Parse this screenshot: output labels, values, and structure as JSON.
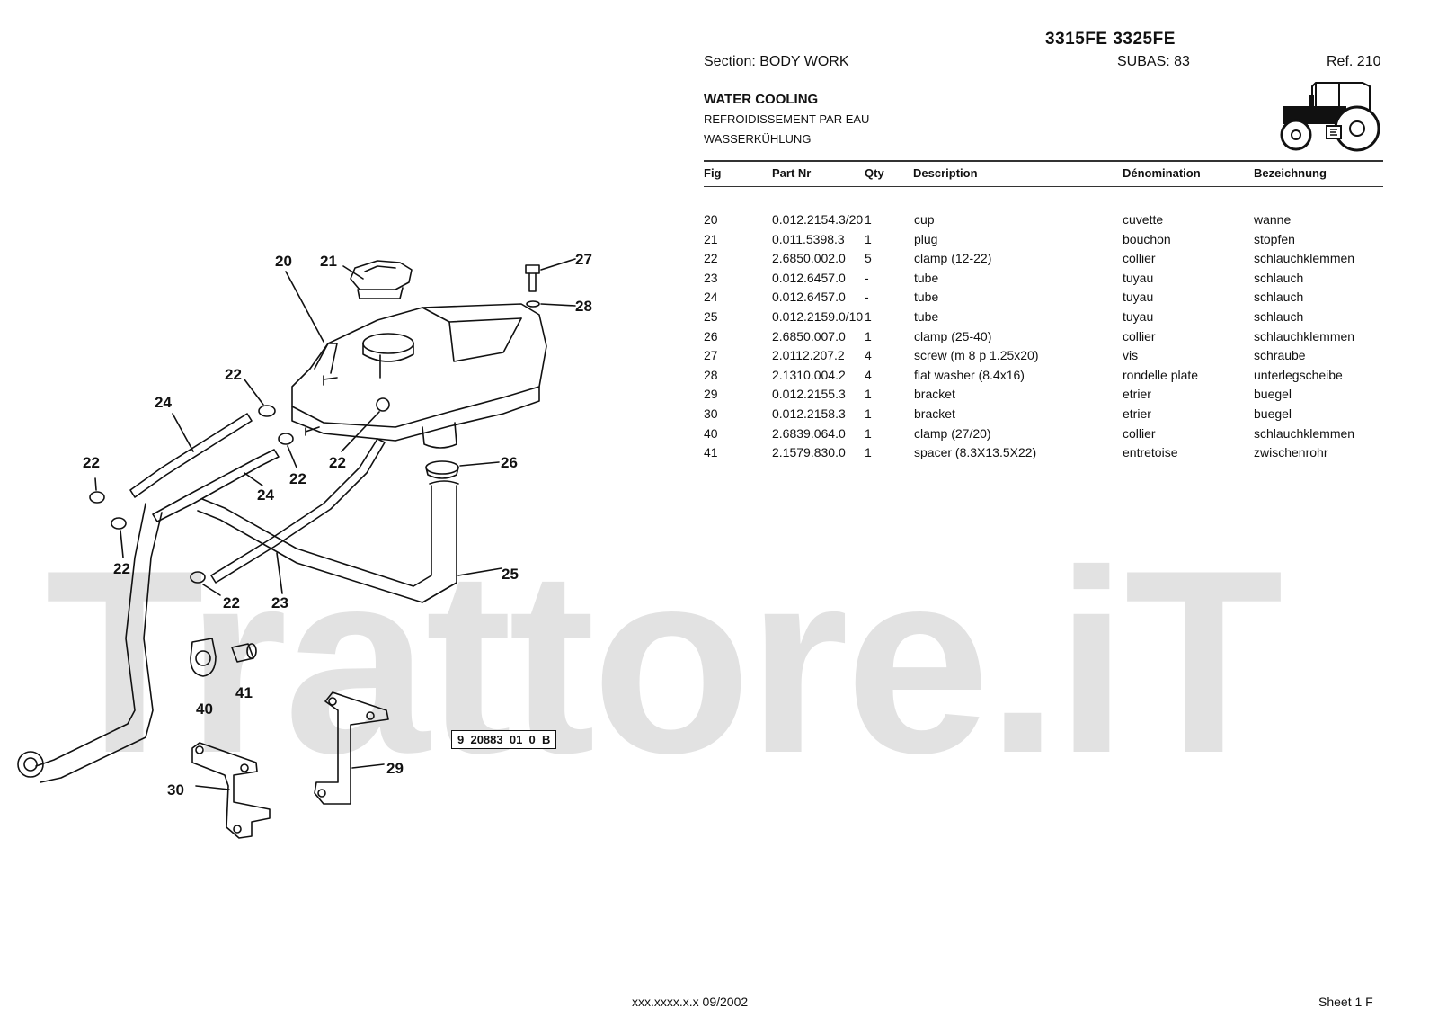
{
  "header": {
    "model": "3315FE 3325FE",
    "section": "Section: BODY  WORK",
    "subas": "SUBAS: 83",
    "ref": "Ref. 210"
  },
  "group": {
    "title_en": "WATER COOLING",
    "title_fr": "REFROIDISSEMENT PAR EAU",
    "title_de": "WASSERKÜHLUNG"
  },
  "table": {
    "headers": {
      "fig": "Fig",
      "part": "Part Nr",
      "qty": "Qty",
      "desc": "Description",
      "fr": "Dénomination",
      "de": "Bezeichnung"
    },
    "rows": [
      {
        "fig": "20",
        "part": "0.012.2154.3/20",
        "qty": "1",
        "desc": "cup",
        "fr": "cuvette",
        "de": "wanne"
      },
      {
        "fig": "21",
        "part": "0.011.5398.3",
        "qty": "1",
        "desc": "plug",
        "fr": "bouchon",
        "de": "stopfen"
      },
      {
        "fig": "22",
        "part": "2.6850.002.0",
        "qty": "5",
        "desc": "clamp (12-22)",
        "fr": "collier",
        "de": "schlauchklemmen"
      },
      {
        "fig": "23",
        "part": "0.012.6457.0",
        "qty": "-",
        "desc": "tube",
        "fr": "tuyau",
        "de": "schlauch"
      },
      {
        "fig": "24",
        "part": "0.012.6457.0",
        "qty": "-",
        "desc": "tube",
        "fr": "tuyau",
        "de": "schlauch"
      },
      {
        "fig": "25",
        "part": "0.012.2159.0/10",
        "qty": "1",
        "desc": "tube",
        "fr": "tuyau",
        "de": "schlauch"
      },
      {
        "fig": "26",
        "part": "2.6850.007.0",
        "qty": "1",
        "desc": "clamp (25-40)",
        "fr": "collier",
        "de": "schlauchklemmen"
      },
      {
        "fig": "27",
        "part": "2.0112.207.2",
        "qty": "4",
        "desc": "screw (m 8 p 1.25x20)",
        "fr": "vis",
        "de": "schraube"
      },
      {
        "fig": "28",
        "part": "2.1310.004.2",
        "qty": "4",
        "desc": "flat washer (8.4x16)",
        "fr": "rondelle plate",
        "de": "unterlegscheibe"
      },
      {
        "fig": "29",
        "part": "0.012.2155.3",
        "qty": "1",
        "desc": "bracket",
        "fr": "etrier",
        "de": "buegel"
      },
      {
        "fig": "30",
        "part": "0.012.2158.3",
        "qty": "1",
        "desc": "bracket",
        "fr": "etrier",
        "de": "buegel"
      },
      {
        "fig": "40",
        "part": "2.6839.064.0",
        "qty": "1",
        "desc": "clamp (27/20)",
        "fr": "collier",
        "de": "schlauchklemmen"
      },
      {
        "fig": "41",
        "part": "2.1579.830.0",
        "qty": "1",
        "desc": "spacer (8.3X13.5X22)",
        "fr": "entretoise",
        "de": "zwischenrohr"
      }
    ]
  },
  "diagram": {
    "drawing_id": "9_20883_01_0_B",
    "callouts": {
      "c20": "20",
      "c21": "21",
      "c27": "27",
      "c28": "28",
      "c22a": "22",
      "c24a": "24",
      "c22b": "22",
      "c22c": "22",
      "c24b": "24",
      "c22d": "22",
      "c26": "26",
      "c22e": "22",
      "c22f": "22",
      "c23": "23",
      "c25": "25",
      "c40": "40",
      "c41": "41",
      "c29": "29",
      "c30": "30"
    }
  },
  "watermark": "Trattore.iT",
  "footer": {
    "code": "xxx.xxxx.x.x  09/2002",
    "sheet": "Sheet 1 F"
  },
  "colors": {
    "ink": "#111111",
    "watermark": "#969696"
  }
}
